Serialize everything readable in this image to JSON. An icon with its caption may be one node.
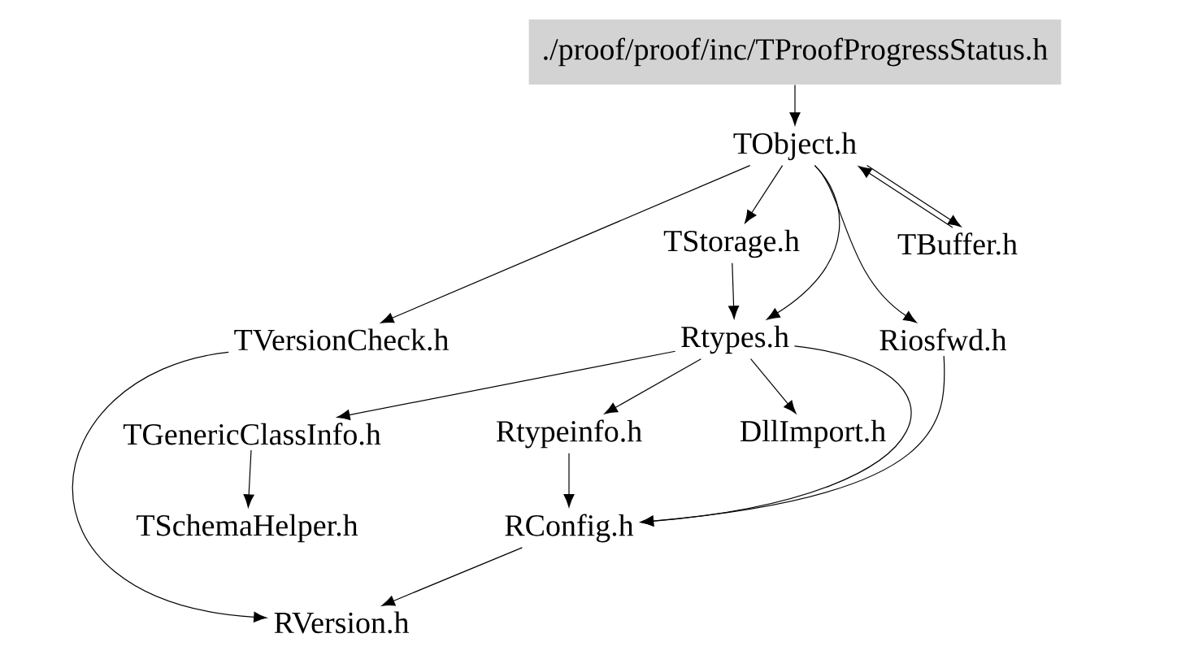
{
  "diagram": {
    "nodes": [
      {
        "text": [
          "./proof/proof/inc/TProofProgressStatus.h"
        ]
      },
      {
        "text": [
          "TObject.h"
        ]
      },
      {
        "text": [
          "TStorage.h"
        ]
      },
      {
        "text": [
          "TBuffer.h"
        ]
      },
      {
        "text": [
          "TVersionCheck.h"
        ]
      },
      {
        "text": [
          "Rtypes.h"
        ]
      },
      {
        "text": [
          "Riosfwd.h"
        ]
      },
      {
        "text": [
          "TGenericClassInfo.h"
        ]
      },
      {
        "text": [
          "Rtypeinfo.h"
        ]
      },
      {
        "text": [
          "DllImport.h"
        ]
      },
      {
        "text": [
          "TSchemaHelper.h"
        ]
      },
      {
        "text": [
          "RConfig.h"
        ]
      },
      {
        "text": [
          "RVersion.h"
        ]
      }
    ],
    "edges": [
      {
        "from": 0,
        "to": 1,
        "arrow": "to"
      },
      {
        "from": 1,
        "to": 2,
        "arrow": "to"
      },
      {
        "from": 1,
        "to": 4,
        "arrow": "to"
      },
      {
        "from": 1,
        "to": 5,
        "arrow": "to"
      },
      {
        "from": 1,
        "to": 6,
        "arrow": "to"
      },
      {
        "from": 1,
        "to": 3,
        "arrow": "to"
      },
      {
        "from": 3,
        "to": 1,
        "arrow": "to"
      },
      {
        "from": 2,
        "to": 5,
        "arrow": "to"
      },
      {
        "from": 4,
        "to": 12,
        "arrow": "to"
      },
      {
        "from": 5,
        "to": 7,
        "arrow": "to"
      },
      {
        "from": 5,
        "to": 8,
        "arrow": "to"
      },
      {
        "from": 5,
        "to": 9,
        "arrow": "to"
      },
      {
        "from": 5,
        "to": 11,
        "arrow": "to"
      },
      {
        "from": 6,
        "to": 11,
        "arrow": "to"
      },
      {
        "from": 7,
        "to": 10,
        "arrow": "to"
      },
      {
        "from": 8,
        "to": 11,
        "arrow": "to"
      },
      {
        "from": 11,
        "to": 12,
        "arrow": "to"
      }
    ]
  }
}
